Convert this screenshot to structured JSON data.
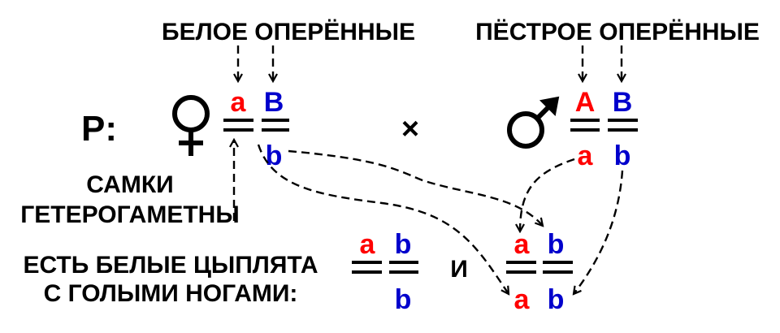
{
  "labels": {
    "white_feathered": "БЕЛОЕ ОПЕРЁННЫЕ",
    "spotted_feathered": "ПЁСТРОЕ ОПЕРЁННЫЕ",
    "parents": "P:",
    "cross": "×",
    "females_line1": "САМКИ",
    "females_line2": "ГЕТЕРОГАМЕТНЫ",
    "offspring_line1": "ЕСТЬ БЕЛЫЕ ЦЫПЛЯТА",
    "offspring_line2": "С ГОЛЫМИ НОГАМИ:",
    "and": "И"
  },
  "female": {
    "sex_symbol": "female-symbol",
    "top": [
      "a",
      "B"
    ],
    "bottom": [
      "",
      "b"
    ]
  },
  "male": {
    "sex_symbol": "male-symbol",
    "top": [
      "A",
      "B"
    ],
    "bottom": [
      "a",
      "b"
    ]
  },
  "offspring_1": {
    "top": [
      "a",
      "b"
    ],
    "bottom": [
      "",
      "b"
    ]
  },
  "offspring_2": {
    "top": [
      "a",
      "b"
    ],
    "bottom": [
      "a",
      "b"
    ]
  },
  "colors": {
    "allele_a": "#ff0000",
    "allele_b": "#0000cc",
    "text": "#000000"
  }
}
